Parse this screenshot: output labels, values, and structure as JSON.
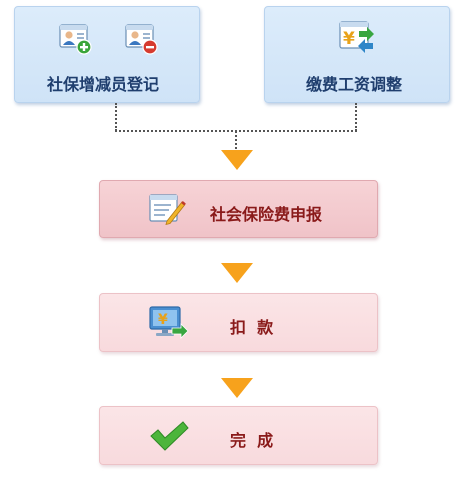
{
  "steps": {
    "register": {
      "label": "社保增减员登记",
      "icons": [
        "user-add-icon",
        "user-remove-icon"
      ]
    },
    "adjust": {
      "label": "缴费工资调整",
      "icon": "yuan-exchange-icon"
    },
    "declare": {
      "label": "社会保险费申报",
      "icon": "form-edit-icon"
    },
    "deduct": {
      "label": "扣  款",
      "icon": "monitor-yuan-transfer-icon"
    },
    "complete": {
      "label": "完  成",
      "icon": "checkmark-icon"
    }
  },
  "colors": {
    "blue_box": "#d6e8f9",
    "pink_strong": "#f3c9cd",
    "pink_light": "#f9e0e2",
    "arrow": "#f7a21c",
    "text_blue": "#1f3e6e",
    "text_red": "#8a1a1a"
  }
}
